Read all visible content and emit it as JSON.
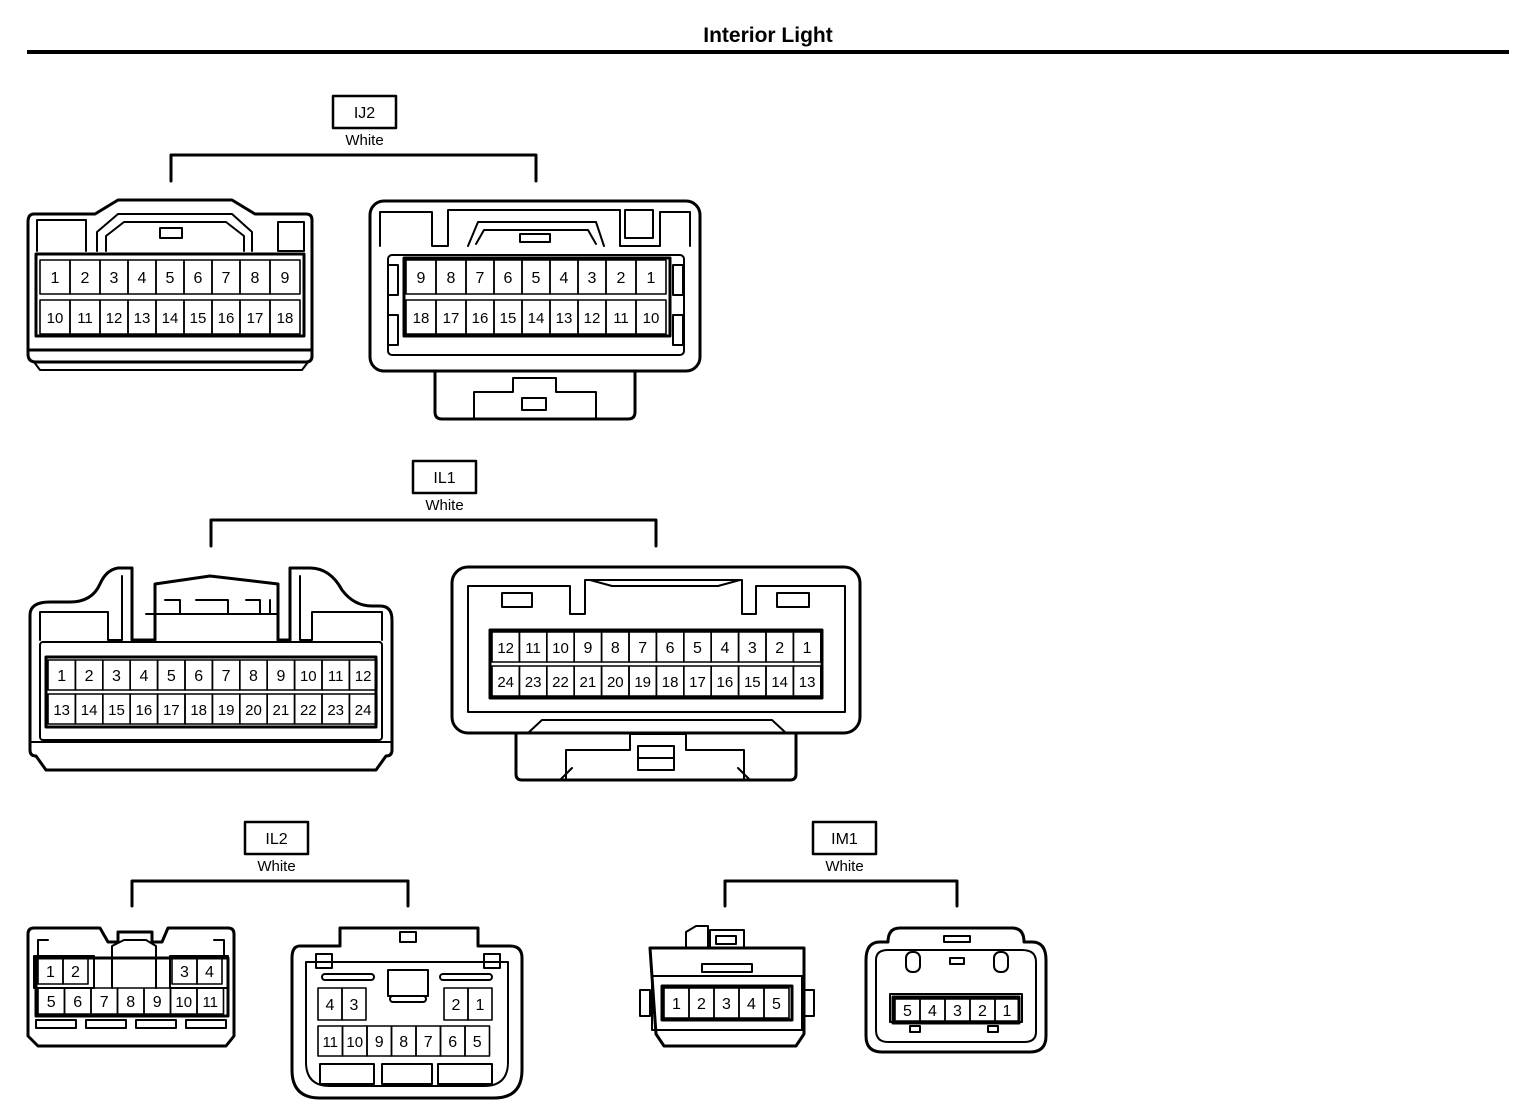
{
  "page": {
    "title": "Interior Light"
  },
  "connectors": [
    {
      "id": "ij2",
      "name": "IJ2",
      "color": "White",
      "female": {
        "rows": [
          [
            "1",
            "2",
            "3",
            "4",
            "5",
            "6",
            "7",
            "8",
            "9"
          ],
          [
            "10",
            "11",
            "12",
            "13",
            "14",
            "15",
            "16",
            "17",
            "18"
          ]
        ]
      },
      "male": {
        "rows": [
          [
            "9",
            "8",
            "7",
            "6",
            "5",
            "4",
            "3",
            "2",
            "1"
          ],
          [
            "18",
            "17",
            "16",
            "15",
            "14",
            "13",
            "12",
            "11",
            "10"
          ]
        ]
      }
    },
    {
      "id": "il1",
      "name": "IL1",
      "color": "White",
      "female": {
        "rows": [
          [
            "1",
            "2",
            "3",
            "4",
            "5",
            "6",
            "7",
            "8",
            "9",
            "10",
            "11",
            "12"
          ],
          [
            "13",
            "14",
            "15",
            "16",
            "17",
            "18",
            "19",
            "20",
            "21",
            "22",
            "23",
            "24"
          ]
        ]
      },
      "male": {
        "rows": [
          [
            "12",
            "11",
            "10",
            "9",
            "8",
            "7",
            "6",
            "5",
            "4",
            "3",
            "2",
            "1"
          ],
          [
            "24",
            "23",
            "22",
            "21",
            "20",
            "19",
            "18",
            "17",
            "16",
            "15",
            "14",
            "13"
          ]
        ]
      }
    },
    {
      "id": "il2",
      "name": "IL2",
      "color": "White",
      "female": {
        "rows": [
          [
            "1",
            "2",
            "3",
            "4"
          ],
          [
            "5",
            "6",
            "7",
            "8",
            "9",
            "10",
            "11"
          ]
        ]
      },
      "male": {
        "rows": [
          [
            "4",
            "3",
            "2",
            "1"
          ],
          [
            "11",
            "10",
            "9",
            "8",
            "7",
            "6",
            "5"
          ]
        ]
      }
    },
    {
      "id": "im1",
      "name": "IM1",
      "color": "White",
      "female": {
        "rows": [
          [
            "1",
            "2",
            "3",
            "4",
            "5"
          ]
        ]
      },
      "male": {
        "rows": [
          [
            "5",
            "4",
            "3",
            "2",
            "1"
          ]
        ]
      }
    }
  ]
}
